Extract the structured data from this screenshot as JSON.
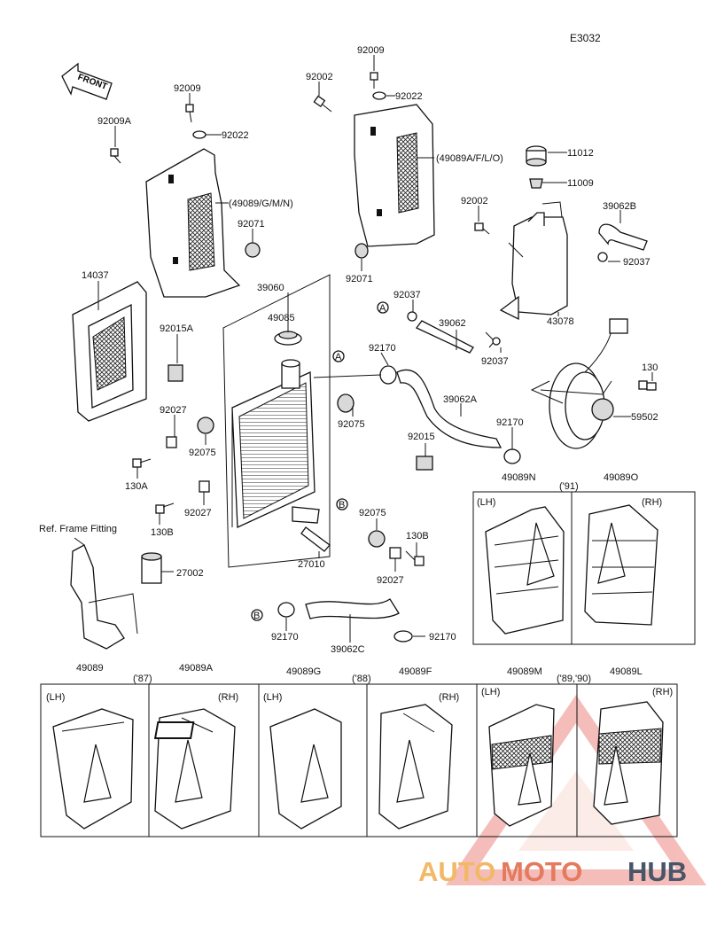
{
  "diagram_code": "E3032",
  "front_arrow": "FRONT",
  "ref_frame": "Ref. Frame Fitting",
  "callouts": {
    "c92009_top": "92009",
    "c92002_top": "92002",
    "c92022_top": "92022",
    "c92009_left": "92009",
    "c92009A": "92009A",
    "c92022_left": "92022",
    "c49089AFLO": "(49089A/F/L/O)",
    "c11012": "11012",
    "c11009": "11009",
    "c49089GMN": "(49089/G/M/N)",
    "c92071_left": "92071",
    "c92002_mid": "92002",
    "c39062B": "39062B",
    "c92037_right": "92037",
    "c92071_mid": "92071",
    "c14037": "14037",
    "c39060": "39060",
    "c49085": "49085",
    "c92037_mid": "92037",
    "c39062": "39062",
    "c43078": "43078",
    "c92015A": "92015A",
    "c92170_top": "92170",
    "c92037_low": "92037",
    "c130": "130",
    "c39062A": "39062A",
    "c92027_left": "92027",
    "c92075_left": "92075",
    "c92075_mid": "92075",
    "c92170_mid": "92170",
    "c59502": "59502",
    "c130A": "130A",
    "c92015": "92015",
    "c92027_mid": "92027",
    "c130B": "130B",
    "c92075_low": "92075",
    "c130B_right": "130B",
    "c27010": "27010",
    "c92027_low": "92027",
    "c27002": "27002",
    "c92170_left": "92170",
    "c39062C": "39062C",
    "c92170_right": "92170"
  },
  "panels": {
    "p91": {
      "year": "('91)",
      "left_no": "49089N",
      "right_no": "49089O",
      "left_side": "(LH)",
      "right_side": "(RH)"
    },
    "p87": {
      "year": "('87)",
      "left_no": "49089",
      "right_no": "49089A",
      "left_side": "(LH)",
      "right_side": "(RH)"
    },
    "p88": {
      "year": "('88)",
      "left_no": "49089G",
      "right_no": "49089F",
      "left_side": "(LH)",
      "right_side": "(RH)"
    },
    "p8990": {
      "year": "('89,'90)",
      "left_no": "49089M",
      "right_no": "49089L",
      "left_side": "(LH)",
      "right_side": "(RH)"
    }
  },
  "markers": {
    "a": "A",
    "b": "B"
  },
  "watermark": {
    "part1": "AUTO",
    "part2": "MOTO",
    "part3": "HUB"
  }
}
